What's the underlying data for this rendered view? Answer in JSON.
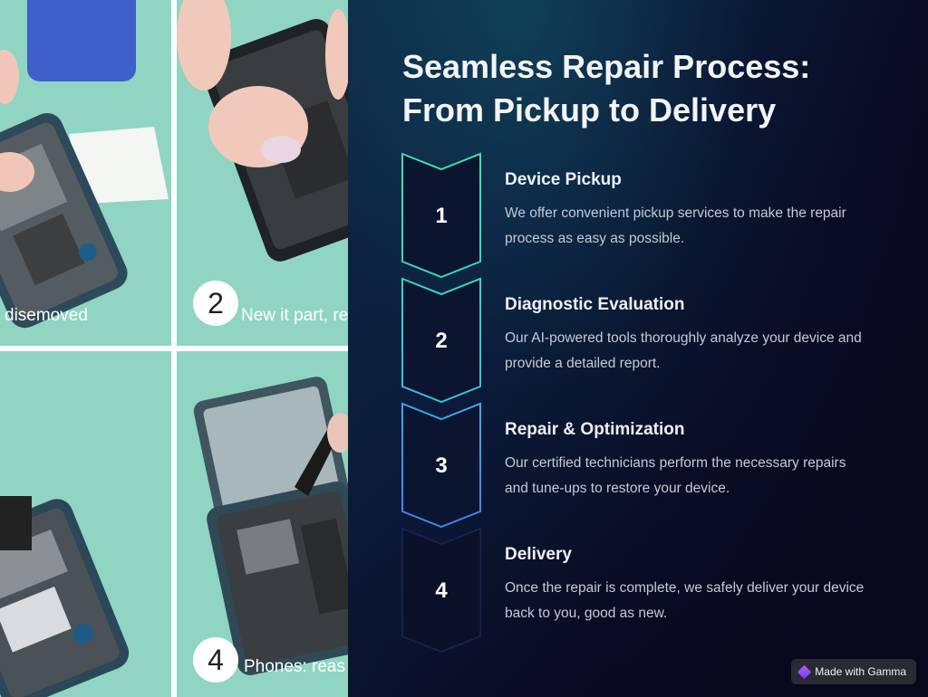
{
  "title": {
    "line1": "Seamless Repair Process:",
    "line2": "From Pickup to Delivery"
  },
  "steps": [
    {
      "number": "1",
      "heading": "Device Pickup",
      "text": "We offer convenient pickup services to make the repair process as easy as possible.",
      "color": "#3fe0b0"
    },
    {
      "number": "2",
      "heading": "Diagnostic Evaluation",
      "text": "Our AI-powered tools thoroughly analyze your device and provide a detailed report.",
      "color": "#3fd3c8"
    },
    {
      "number": "3",
      "heading": "Repair & Optimization",
      "text": "Our certified technicians perform the necessary repairs and tune-ups to restore your device.",
      "color": "#3aa3f0"
    },
    {
      "number": "4",
      "heading": "Delivery",
      "text": "Once the repair is complete, we safely deliver your device back to you, good as new.",
      "color": "#16244a"
    }
  ],
  "photos": {
    "panel1_caption": "disemoved",
    "panel2_number": "2",
    "panel2_caption": "New it part, re",
    "panel4_number": "4",
    "panel4_caption": "Phones: reas"
  },
  "badge": {
    "label": "Made with Gamma",
    "icon": "gamma-logo-icon"
  }
}
